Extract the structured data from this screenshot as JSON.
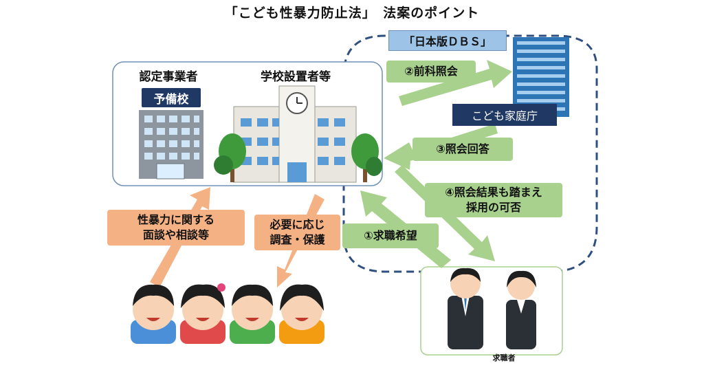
{
  "title": "「こども性暴力防止法」　法案のポイント",
  "entities": {
    "certified_operator": "認定事業者",
    "school_founder": "学校設置者等",
    "cram_school_sign": "予備校",
    "dbs": "「日本版ＤＢＳ」",
    "agency": "こども家庭庁",
    "applicant": "求職者"
  },
  "flows": {
    "criminal_record_inquiry": "②前科照会",
    "inquiry_reply": "③照会回答",
    "hiring_decision": "④照会結果も踏まえ\n採用の可否",
    "job_application": "①求職希望",
    "interview": "性暴力に関する\n面談や相談等",
    "investigation": "必要に応じ\n調査・保護"
  },
  "colors": {
    "green_arrow": "#a9d18e",
    "orange_arrow": "#f4b183",
    "navy": "#1f3864",
    "dashed_border": "#2f4f7f",
    "dbs_label": "#9dc3e6"
  }
}
